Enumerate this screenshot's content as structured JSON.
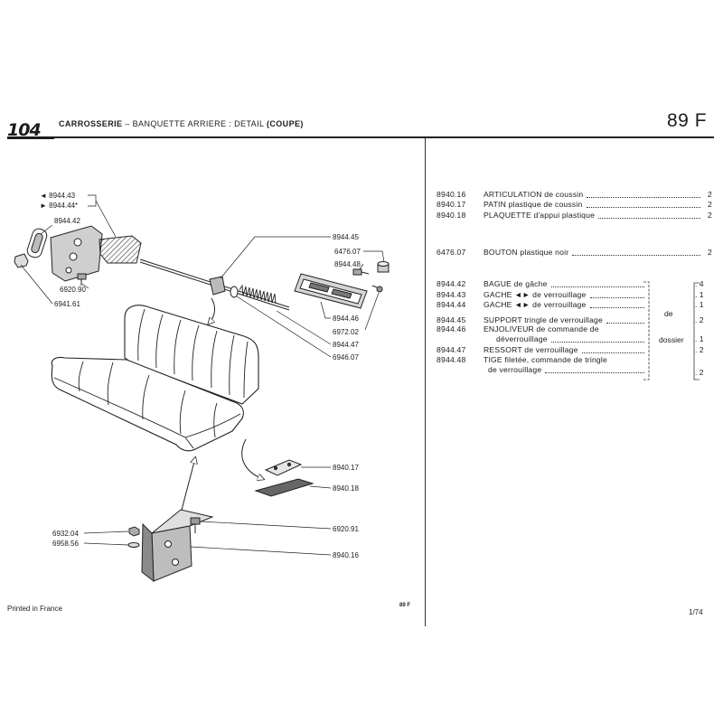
{
  "header": {
    "logo": "104",
    "section": "CARROSSERIE",
    "title": "– BANQUETTE ARRIERE : DETAIL",
    "variant": "(COUPE)",
    "page_code": "89 F"
  },
  "diagram": {
    "callouts": [
      "◄ 8944.43",
      "► 8944.44*",
      "8944.42",
      "6920.90",
      "6941.61",
      "8944.45",
      "6476.07",
      "8944.48",
      "8944.46",
      "6972.02",
      "8944.47",
      "6946.07",
      "8940.17",
      "8940.18",
      "6920.91",
      "6932.04",
      "6958.56",
      "8940.16"
    ]
  },
  "parts": [
    {
      "ref": "8940.16",
      "desc": "ARTICULATION de coussin",
      "qty": "2"
    },
    {
      "ref": "8940.17",
      "desc": "PATIN plastique de coussin",
      "qty": "2"
    },
    {
      "ref": "8940.18",
      "desc": "PLAQUETTE d'appui plastique",
      "qty": "2"
    },
    {
      "ref": "6476.07",
      "desc": "BOUTON plastique noir",
      "qty": "2"
    },
    {
      "ref": "8944.42",
      "desc": "BAGUE de gâche",
      "qty": "4"
    },
    {
      "ref": "8944.43",
      "desc": "GACHE ◄► de verrouillage",
      "qty": "1"
    },
    {
      "ref": "8944.44",
      "desc": "GACHE ◄► de verrouillage",
      "qty": "1"
    },
    {
      "ref": "8944.45",
      "desc": "SUPPORT tringle de verrouillage",
      "qty": "2"
    },
    {
      "ref": "8944.46",
      "desc": "ENJOLIVEUR de commande de",
      "desc2": "déverrouillage",
      "qty": "1"
    },
    {
      "ref": "8944.47",
      "desc": "RESSORT de verrouillage",
      "qty": "2"
    },
    {
      "ref": "8944.48",
      "desc": "TIGE filetée, commande de tringle",
      "desc2": "de verrouillage",
      "qty": "2"
    }
  ],
  "group_note": {
    "line1": "de",
    "line2": "dossier"
  },
  "footer": {
    "printed": "Printed in France",
    "code": "89 F",
    "page": "1/74"
  }
}
